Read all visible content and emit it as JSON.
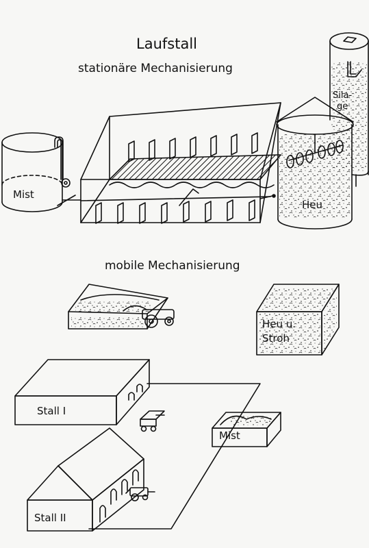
{
  "title": "Laufstall",
  "subtitle_stationary": "stationäre Mechanisierung",
  "subtitle_mobile": "mobile Mechanisierung",
  "labels": {
    "mist_tank": "Mist",
    "heu_silo": "Heu",
    "silage_line1": "Sila-",
    "silage_line2": "ge",
    "heu_stroh_line1": "Heu u.",
    "heu_stroh_line2": "Stroh",
    "stall_1": "Stall I",
    "stall_2": "Stall II",
    "mist_pit": "Mist"
  },
  "colors": {
    "ink": "#111111",
    "paper": "#f7f7f5"
  }
}
